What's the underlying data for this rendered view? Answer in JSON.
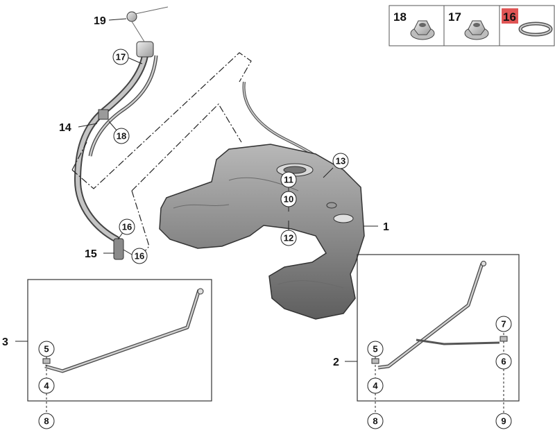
{
  "legend": [
    {
      "number": "18",
      "icon": "hex-flange-nut-icon",
      "highlight": false
    },
    {
      "number": "17",
      "icon": "hex-flange-nut-icon",
      "highlight": false
    },
    {
      "number": "16",
      "icon": "hose-clamp-icon",
      "highlight": true
    }
  ],
  "callouts": {
    "c1": "1",
    "c2": "2",
    "c3": "3",
    "c4a": "4",
    "c4b": "4",
    "c5a": "5",
    "c5b": "5",
    "c6": "6",
    "c7": "7",
    "c8a": "8",
    "c8b": "8",
    "c9": "9",
    "c10": "10",
    "c11": "11",
    "c12": "12",
    "c13": "13",
    "c14": "14",
    "c15": "15",
    "c16a": "16",
    "c16b": "16",
    "c17": "17",
    "c18": "18",
    "c19": "19"
  },
  "colors": {
    "highlight": "#e05555",
    "line": "#111111",
    "tank": "#8a8a8a"
  }
}
